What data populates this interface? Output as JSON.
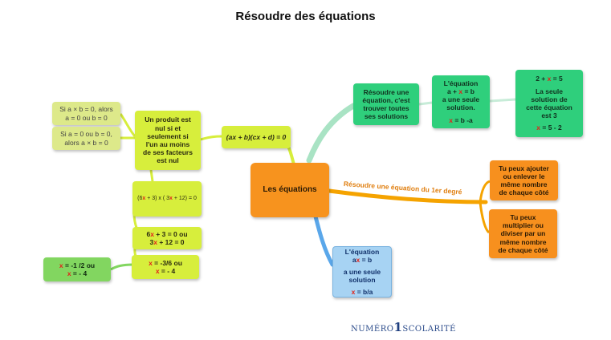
{
  "title": "Résoudre des équations",
  "center": "Les équations",
  "branch_label": "Résoudre une équation du 1er degré",
  "green_nodes": {
    "resoudre": [
      "Résoudre une",
      "équation, c'est",
      "trouver toutes",
      "ses solutions"
    ],
    "equation": {
      "pre": "L'équation",
      "eq": [
        {
          "text": "a + ",
          "red": false
        },
        {
          "text": "x",
          "red": true
        },
        {
          "text": " = b",
          "red": false
        }
      ],
      "mid": [
        "a une seule",
        "solution."
      ],
      "sol": [
        {
          "text": "x",
          "red": true
        },
        {
          "text": " = b -a",
          "red": false
        }
      ]
    },
    "exemple": {
      "eq": [
        {
          "text": "2 + ",
          "red": false
        },
        {
          "text": "x",
          "red": true
        },
        {
          "text": " = 5",
          "red": false
        }
      ],
      "mid": [
        "La seule",
        "solution de",
        "cette équation",
        "est 3"
      ],
      "sol": [
        {
          "text": "x",
          "red": true
        },
        {
          "text": " = 5 - 2",
          "red": false
        }
      ]
    }
  },
  "orange_nodes": {
    "ajouter": [
      "Tu peux ajouter",
      "ou enlever le",
      "même nombre",
      "de chaque côté"
    ],
    "multiplier": [
      "Tu peux",
      "multiplier ou",
      "diviser par un",
      "même nombre",
      "de chaque côté"
    ]
  },
  "blue_node": {
    "pre": "L'équation",
    "eq": [
      {
        "text": "a",
        "red": false
      },
      {
        "text": "x",
        "red": true
      },
      {
        "text": " = b",
        "red": false
      }
    ],
    "mid": [
      "a une seule",
      "solution"
    ],
    "sol": [
      {
        "text": "x",
        "red": true
      },
      {
        "text": " = b/a",
        "red": false
      }
    ]
  },
  "left": {
    "product_eq": "(ax + b)(cx + d) = 0",
    "produit_nul": [
      "Un produit est",
      "nul si et",
      "seulement si",
      "l'un au moins",
      "de ses facteurs",
      "est nul"
    ],
    "regle1": [
      "Si a × b = 0, alors",
      "a = 0 ou b = 0"
    ],
    "regle2": [
      "Si a = 0 ou b = 0,",
      "alors a × b = 0"
    ],
    "exemple_eq": [
      {
        "text": "(6",
        "red": false
      },
      {
        "text": "x",
        "red": true
      },
      {
        "text": " + 3) x ( 3",
        "red": false
      },
      {
        "text": "x",
        "red": true
      },
      {
        "text": " + 12) = 0",
        "red": false
      }
    ],
    "facteurs": [
      [
        {
          "text": "6",
          "red": false
        },
        {
          "text": "x",
          "red": true
        },
        {
          "text": " + 3 = 0  ou",
          "red": false
        }
      ],
      [
        {
          "text": "3",
          "red": false
        },
        {
          "text": "x",
          "red": true
        },
        {
          "text": " + 12 = 0",
          "red": false
        }
      ]
    ],
    "solutions": [
      [
        {
          "text": "x",
          "red": true
        },
        {
          "text": " = -3/6 ou",
          "red": false
        }
      ],
      [
        {
          "text": "x",
          "red": true
        },
        {
          "text": " = - 4",
          "red": false
        }
      ]
    ],
    "simplifie": [
      [
        {
          "text": "x",
          "red": true
        },
        {
          "text": " = -1 /2 ou",
          "red": false
        }
      ],
      [
        {
          "text": "x",
          "red": true
        },
        {
          "text": " = - 4",
          "red": false
        }
      ]
    ]
  },
  "logo": {
    "pre": "NUMÉRO",
    "one": "1",
    "post": "SCOLARITÉ"
  },
  "colors": {
    "green": "#2fcf7c",
    "lime": "#d7ee3c",
    "orange": "#f7901e",
    "blue": "#a7d3f3",
    "red": "#e2231a"
  }
}
